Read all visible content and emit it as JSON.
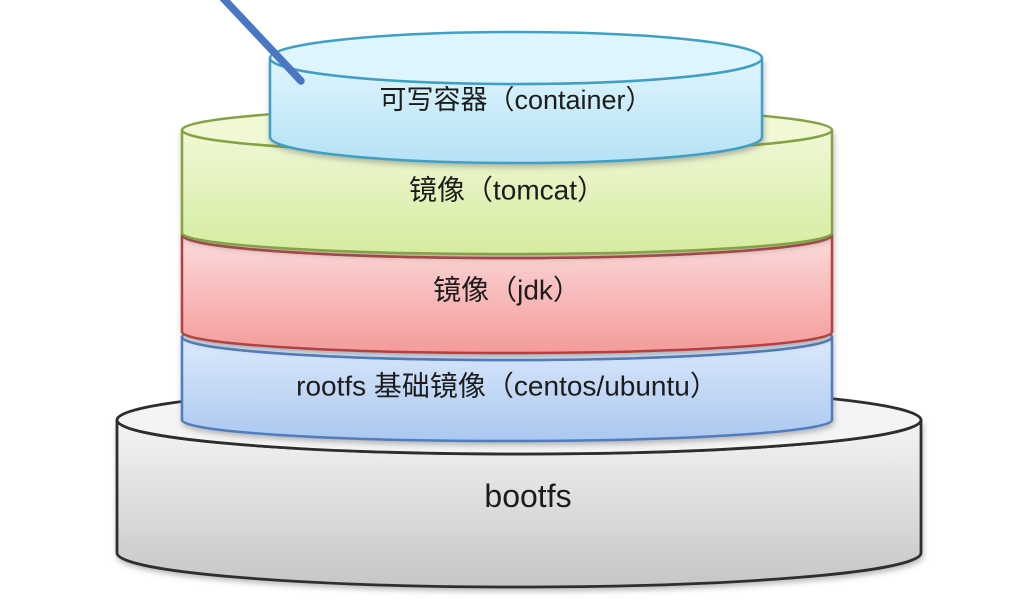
{
  "diagram": {
    "description": "Docker image layered filesystem stacked-cylinder diagram",
    "background": "#ffffff",
    "text_color": "#1c1c1c",
    "pointer": {
      "color": "#4a77c4"
    },
    "layers": [
      {
        "id": "writable-container",
        "label": "可写容器（container）",
        "border": "#3f9fc4",
        "fill_top": "#dff5fd",
        "fill_bottom": "#b5e2f5"
      },
      {
        "id": "image-tomcat",
        "label": "镜像（tomcat）",
        "border": "#84a343",
        "fill_top": "#f0f8d6",
        "fill_bottom": "#d5eca0"
      },
      {
        "id": "image-jdk",
        "label": "镜像（jdk）",
        "border": "#b5403c",
        "fill_top": "#fcdcdc",
        "fill_bottom": "#f49b9b"
      },
      {
        "id": "rootfs-base-image",
        "label": "rootfs 基础镜像（centos/ubuntu）",
        "border": "#4f7dc0",
        "fill_top": "#dce9fb",
        "fill_bottom": "#abc8f0"
      },
      {
        "id": "bootfs",
        "label": "bootfs",
        "border": "#2d2d2d",
        "fill_top": "#f4f4f4",
        "fill_bottom": "#c6c6c6"
      }
    ]
  }
}
